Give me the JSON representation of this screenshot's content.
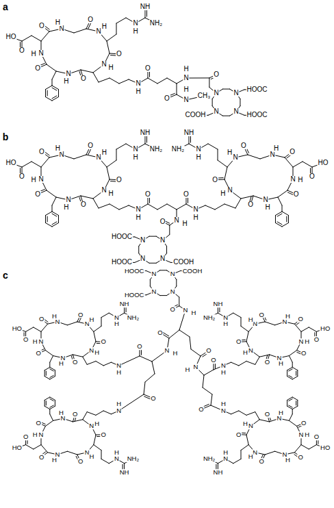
{
  "diagram": {
    "labels": [
      "a",
      "O",
      "O",
      "O",
      "O",
      "O",
      "N",
      "H",
      "N",
      "H",
      "N",
      "H",
      "N",
      "H",
      "N",
      "H",
      "O",
      "HO",
      "N",
      "H",
      "NH",
      "NH₂",
      "N",
      "H",
      "O",
      "O",
      "N",
      "H",
      "N",
      "H",
      "CH₃",
      "N",
      "N",
      "N",
      "N",
      "HOOC",
      "HOOC",
      "COOH",
      "O",
      "b",
      "O",
      "O",
      "O",
      "O",
      "O",
      "N",
      "H",
      "N",
      "H",
      "N",
      "H",
      "N",
      "H",
      "N",
      "H",
      "O",
      "HO",
      "N",
      "H",
      "NH",
      "NH₂",
      "N",
      "H",
      "O",
      "O",
      "O",
      "O",
      "O",
      "N",
      "H",
      "N",
      "H",
      "N",
      "H",
      "N",
      "H",
      "N",
      "H",
      "O",
      "HO",
      "N",
      "H",
      "NH",
      "NH₂",
      "N",
      "H",
      "O",
      "O",
      "N",
      "H",
      "N",
      "N",
      "N",
      "N",
      "HOOC",
      "HOOC",
      "COOH",
      "O",
      "c",
      "O",
      "O",
      "O",
      "O",
      "O",
      "N",
      "H",
      "N",
      "H",
      "N",
      "H",
      "N",
      "H",
      "N",
      "H",
      "O",
      "HO",
      "N",
      "H",
      "NH",
      "NH₂",
      "N",
      "H",
      "O",
      "O",
      "O",
      "O",
      "O",
      "N",
      "H",
      "N",
      "H",
      "N",
      "H",
      "N",
      "H",
      "N",
      "H",
      "O",
      "HO",
      "N",
      "H",
      "NH",
      "NH₂",
      "N",
      "H",
      "O",
      "O",
      "O",
      "O",
      "O",
      "N",
      "H",
      "N",
      "H",
      "N",
      "H",
      "N",
      "H",
      "N",
      "H",
      "O",
      "HO",
      "N",
      "H",
      "NH",
      "NH₂",
      "N",
      "H",
      "O",
      "O",
      "O",
      "O",
      "O",
      "N",
      "H",
      "N",
      "H",
      "N",
      "H",
      "N",
      "H",
      "N",
      "H",
      "O",
      "HO",
      "N",
      "H",
      "NH",
      "NH₂",
      "N",
      "H",
      "N",
      "N",
      "N",
      "N",
      "HOOC",
      "HOOC",
      "COOH",
      "O",
      "N",
      "H",
      "O",
      "N",
      "H",
      "O",
      "O",
      "O",
      "N",
      "H",
      "O",
      "O"
    ]
  }
}
